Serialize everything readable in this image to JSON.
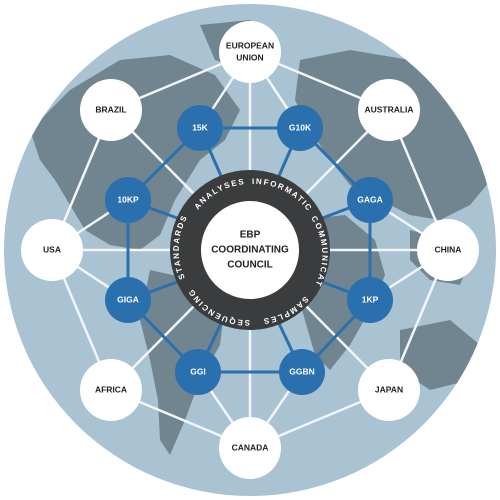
{
  "colors": {
    "globe": "#a9c3d3",
    "land": "#6f8490",
    "blue": "#2a6fae",
    "dark_ring": "#3b3c3e",
    "white": "#ffffff",
    "line": "#f2f6f8",
    "blue_line": "#2a6fae",
    "text_dark": "#222222"
  },
  "center": {
    "line1": "EBP",
    "line2": "COORDINATING",
    "line3": "COUNCIL"
  },
  "ring_labels": {
    "analyses": "ANALYSES",
    "informatics": "INFORMATICS",
    "communication": "COMMUNICATION",
    "samples": "SAMPLES",
    "sequencing": "SEQUENCING",
    "standards": "STANDARDS"
  },
  "outer_nodes": {
    "european_union_1": "EUROPEAN",
    "european_union_2": "UNION",
    "australia": "AUSTRALIA",
    "china": "CHINA",
    "japan": "JAPAN",
    "canada": "CANADA",
    "africa": "AFRICA",
    "usa": "USA",
    "brazil": "BRAZIL"
  },
  "inner_nodes": {
    "n15k": "15K",
    "g10k": "G10K",
    "gaga": "GAGA",
    "onekp": "1KP",
    "ggbn": "GGBN",
    "ggi": "GGI",
    "giga": "GIGA",
    "tenkp": "10KP"
  }
}
